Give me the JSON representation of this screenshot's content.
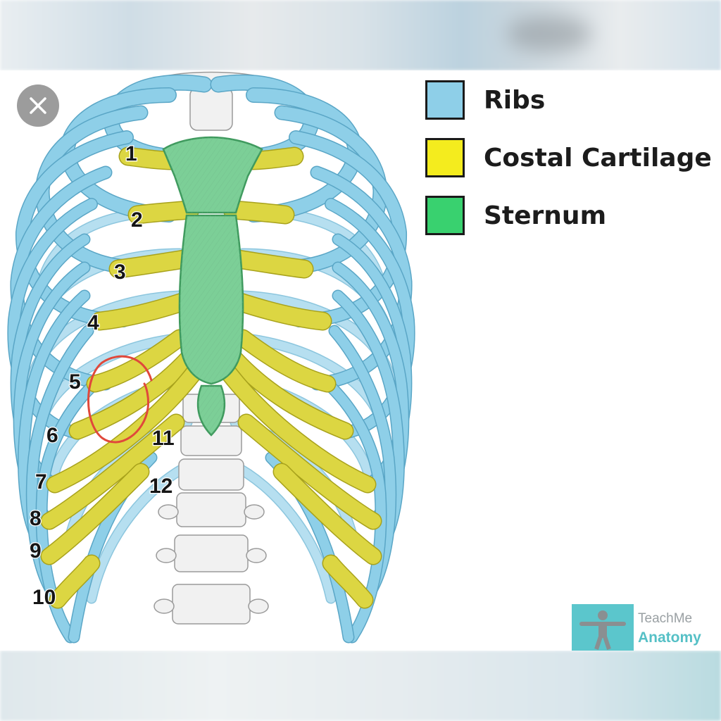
{
  "legend": {
    "items": [
      {
        "label": "Ribs",
        "color": "#8ecfe8"
      },
      {
        "label": "Costal Cartilage",
        "color": "#f4ec1e"
      },
      {
        "label": "Sternum",
        "color": "#39d16f"
      }
    ]
  },
  "rib_numbers": [
    "1",
    "2",
    "3",
    "4",
    "5",
    "6",
    "7",
    "8",
    "9",
    "10",
    "11",
    "12"
  ],
  "colors": {
    "rib": "#8ecfe8",
    "rib_edge": "#5aa6c6",
    "cartilage": "#dcd642",
    "cartilage_edge": "#a8a21c",
    "sternum": "#7ccf97",
    "sternum_edge": "#3f9a5e",
    "vertebra": "#f1f1f1",
    "annotation": "#e0483b"
  },
  "logo": {
    "line1": "TeachMe",
    "line2": "Anatomy"
  },
  "icons": {
    "close": "close-icon",
    "logo": "teachme-figure-icon"
  }
}
